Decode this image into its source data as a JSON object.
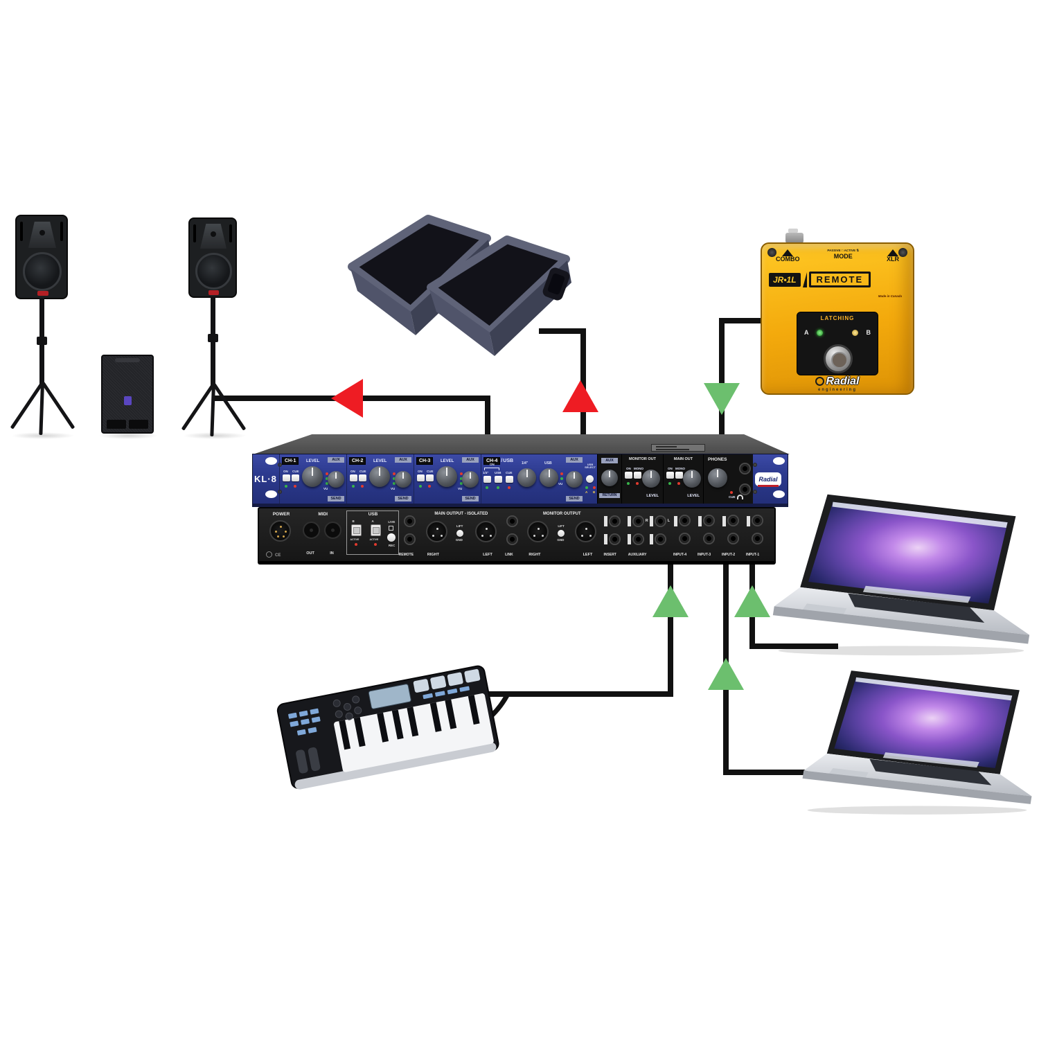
{
  "colors": {
    "arrow-red": "#ee1c23",
    "arrow-green": "#6cbf6e",
    "cable": "#111111",
    "panel-blue": "#2d3a8f",
    "pedal-yellow": "#f5ad0e"
  },
  "front_panel": {
    "model": "KL·8",
    "brand": "Radial",
    "channels": [
      {
        "name": "CH-1",
        "level": "LEVEL",
        "aux": "AUX",
        "send": "SEND",
        "on": "ON",
        "cue": "CUE",
        "vu": "VU"
      },
      {
        "name": "CH-2",
        "level": "LEVEL",
        "aux": "AUX",
        "send": "SEND",
        "on": "ON",
        "cue": "CUE",
        "vu": "VU"
      },
      {
        "name": "CH-3",
        "level": "LEVEL",
        "aux": "AUX",
        "send": "SEND",
        "on": "ON",
        "cue": "CUE",
        "vu": "VU"
      }
    ],
    "ch4": {
      "name": "CH-4",
      "sep": "/",
      "usb": "USB",
      "on": "ON",
      "quarter": "1/4\"",
      "usb_in": "USB",
      "cue": "CUE",
      "aux": "AUX",
      "send": "SEND",
      "usb_select_1": "USB",
      "usb_select_2": "SELECT",
      "a": "A",
      "b": "B",
      "vu": "VU"
    },
    "aux_return": {
      "aux": "AUX",
      "ret": "RETURN"
    },
    "monitor_out": {
      "title": "MONITOR OUT",
      "on": "ON",
      "mono": "MONO",
      "level": "LEVEL"
    },
    "main_out": {
      "title": "MAIN OUT",
      "on": "ON",
      "mono": "MONO",
      "level": "LEVEL"
    },
    "phones": {
      "title": "PHONES",
      "cue": "CUE"
    }
  },
  "rear_panel": {
    "power": "POWER",
    "midi": {
      "title": "MIDI",
      "out": "OUT",
      "in": "IN"
    },
    "usb": {
      "title": "USB",
      "b": "B",
      "a": "A",
      "active": "ACTIVE",
      "live": "LIVE",
      "rec": "REC"
    },
    "remote": "REMOTE",
    "main_output": {
      "title": "MAIN OUTPUT - ISOLATED",
      "right": "RIGHT",
      "left": "LEFT",
      "lift": "LIFT",
      "gnd": "GND"
    },
    "link": "LINK",
    "monitor_output": {
      "title": "MONITOR OUTPUT",
      "right": "RIGHT",
      "left": "LEFT",
      "lift": "LIFT",
      "gnd": "GND"
    },
    "insert": "INSERT",
    "auxiliary": {
      "title": "AUXILIARY",
      "r": "R",
      "l": "L"
    },
    "inputs": [
      "INPUT-4",
      "INPUT-3",
      "INPUT-2",
      "INPUT-1"
    ]
  },
  "pedal": {
    "combo": "COMBO",
    "mode": "MODE",
    "xlr": "XLR",
    "passive": "PASSIVE",
    "passive_icon": "□",
    "active": "ACTIVE",
    "active_icon": "⇅",
    "model": "JR•1L",
    "remote": "REMOTE",
    "made": "Made in Canada",
    "latching": "LATCHING",
    "a": "A",
    "b": "B",
    "brand": "Radial",
    "brand_sub": "engineering"
  }
}
